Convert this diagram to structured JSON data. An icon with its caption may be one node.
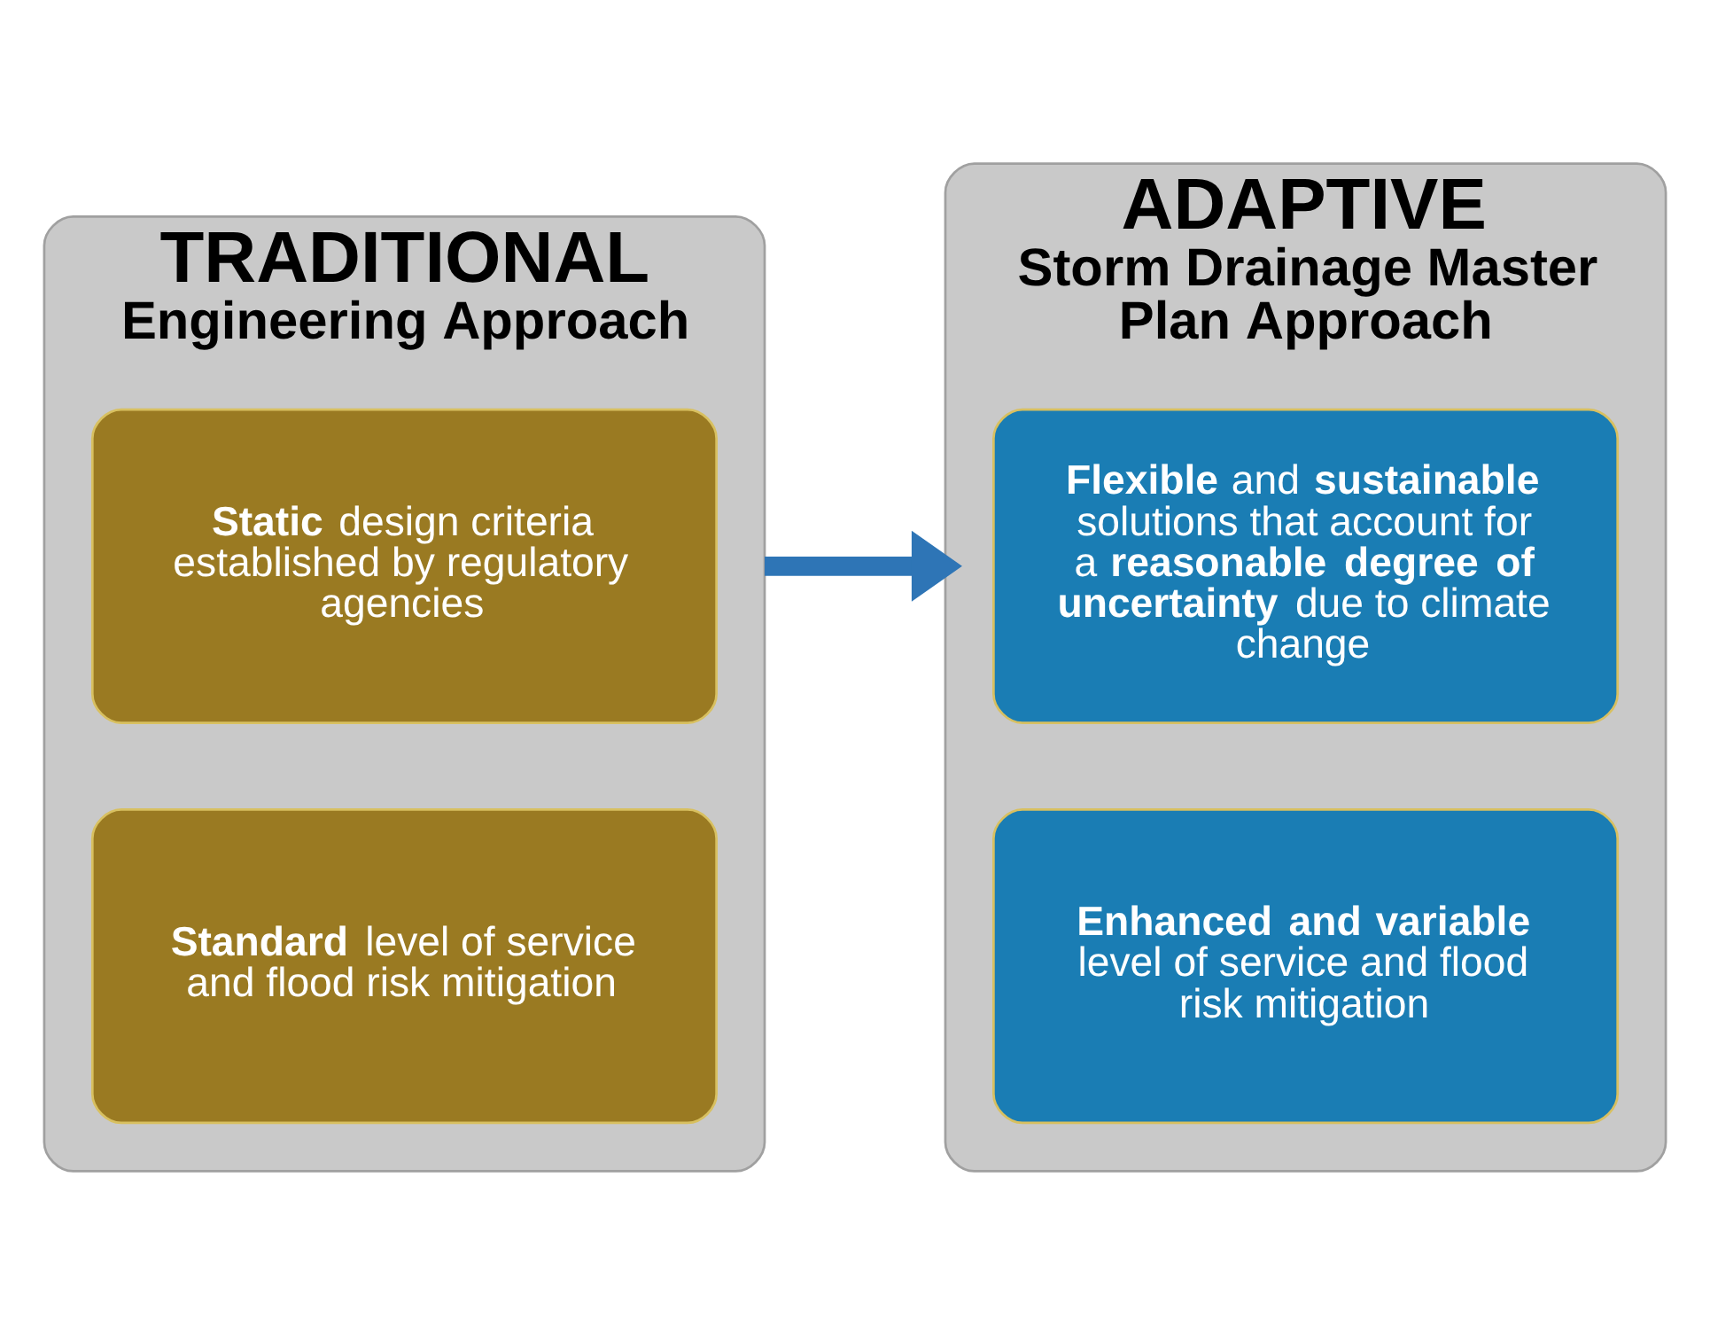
{
  "diagram": {
    "nodes": [
      {
        "text": [
          "TRADITIONAL",
          "Engineering Approach"
        ]
      },
      {
        "text": [
          "**Static** design criteria established by regulatory agencies"
        ],
        "in": 0
      },
      {
        "text": [
          "**Standard** level of service and flood risk mitigation"
        ],
        "in": 0
      },
      {
        "text": [
          "ADAPTIVE",
          "Storm Drainage Master Plan Approach"
        ]
      },
      {
        "text": [
          "**Flexible** and **sustainable** solutions that account for a **reasonable degree of uncertainty** due to climate change"
        ],
        "in": 3
      },
      {
        "text": [
          "**Enhanced and variable** level of service and flood risk mitigation"
        ],
        "in": 3
      }
    ],
    "edges": [
      {
        "from": 0,
        "to": 3,
        "arrow": "to"
      }
    ]
  }
}
